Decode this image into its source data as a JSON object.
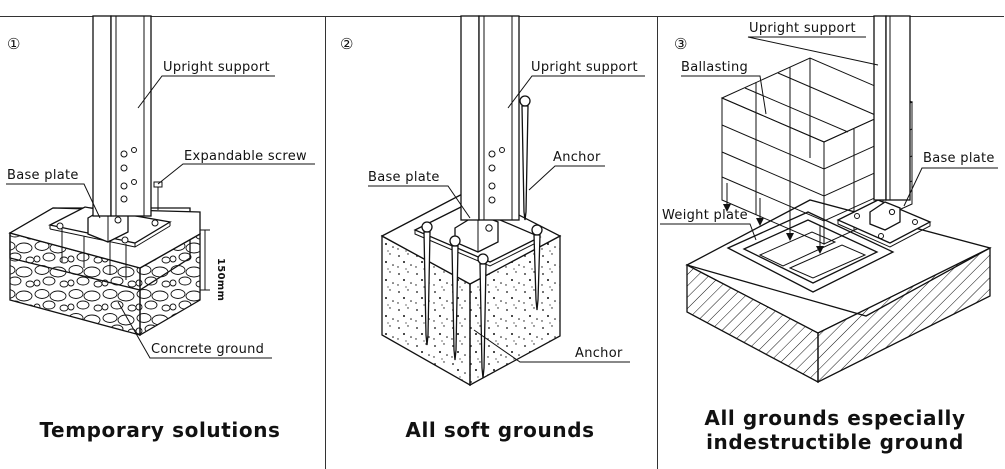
{
  "panels": [
    {
      "number": "①",
      "caption": "Temporary solutions",
      "labels": {
        "upright": "Upright support",
        "screw": "Expandable screw",
        "base": "Base plate",
        "ground": "Concrete ground",
        "dimension": "150mm"
      }
    },
    {
      "number": "②",
      "caption": "All soft grounds",
      "labels": {
        "upright": "Upright support",
        "anchor_top": "Anchor",
        "base": "Base plate",
        "anchor_bottom": "Anchor"
      }
    },
    {
      "number": "③",
      "caption_line1": "All grounds especially",
      "caption_line2": "indestructible ground",
      "labels": {
        "upright": "Upright support",
        "ballast": "Ballasting",
        "base": "Base plate",
        "weight": "Weight plate"
      }
    }
  ]
}
